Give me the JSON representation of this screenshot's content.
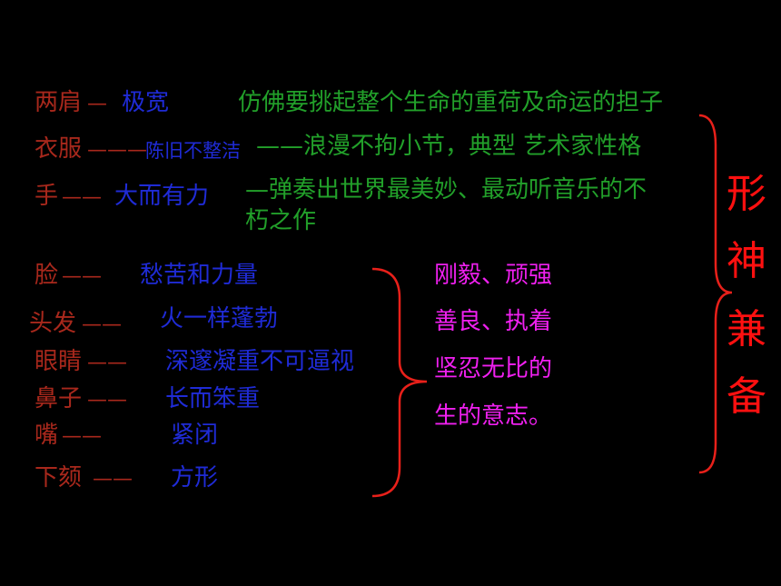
{
  "features": [
    {
      "label": "两肩",
      "dash": "—",
      "desc": "极宽",
      "meaning": "仿佛要挑起整个生命的重荷及命运的担子"
    },
    {
      "label": "衣服",
      "dash": "———",
      "desc": "陈旧不整洁",
      "meaning": "——浪漫不拘小节，典型 艺术家性格"
    },
    {
      "label": "手",
      "dash": "——",
      "desc": "大而有力",
      "meaning_line1": "—弹奏出世界最美妙、最动听音乐的不",
      "meaning_line2": "朽之作"
    }
  ],
  "face": [
    {
      "label": "脸",
      "dash": "——",
      "desc": "愁苦和力量"
    },
    {
      "label": "头发",
      "dash": "——",
      "desc": "火一样蓬勃"
    },
    {
      "label": "眼睛",
      "dash": "——",
      "desc": "深邃凝重不可逼视"
    },
    {
      "label": "鼻子",
      "dash": "——",
      "desc": "长而笨重"
    },
    {
      "label": "嘴",
      "dash": "——",
      "desc": "紧闭"
    },
    {
      "label": "下颏",
      "dash": "——",
      "desc": "方形"
    }
  ],
  "qualities": [
    "刚毅、顽强",
    "善良、执着",
    "坚忍无比的",
    "生的意志。"
  ],
  "summary": [
    "形",
    "神",
    "兼",
    "备"
  ],
  "colors": {
    "background": "#000000",
    "label": "#a8281c",
    "desc": "#1f2bd6",
    "meaning": "#22a02a",
    "quality": "#f020f0",
    "summary": "#ff1010",
    "brace": "#e8201a"
  }
}
